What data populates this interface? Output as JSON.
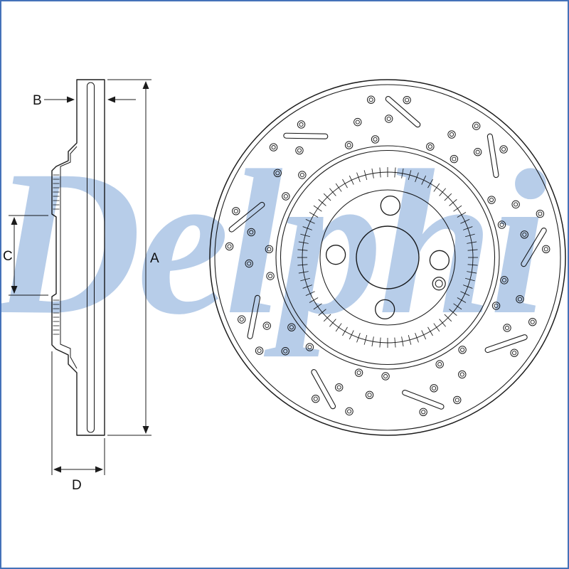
{
  "page": {
    "background_color": "#ffffff",
    "frame_color": "#4472b9",
    "line_color": "#1c1c1c"
  },
  "watermark": {
    "text": "Delphi",
    "color": "#b7cde9"
  },
  "dimension_labels": {
    "a": "A",
    "b": "B",
    "c": "C",
    "d": "D"
  }
}
